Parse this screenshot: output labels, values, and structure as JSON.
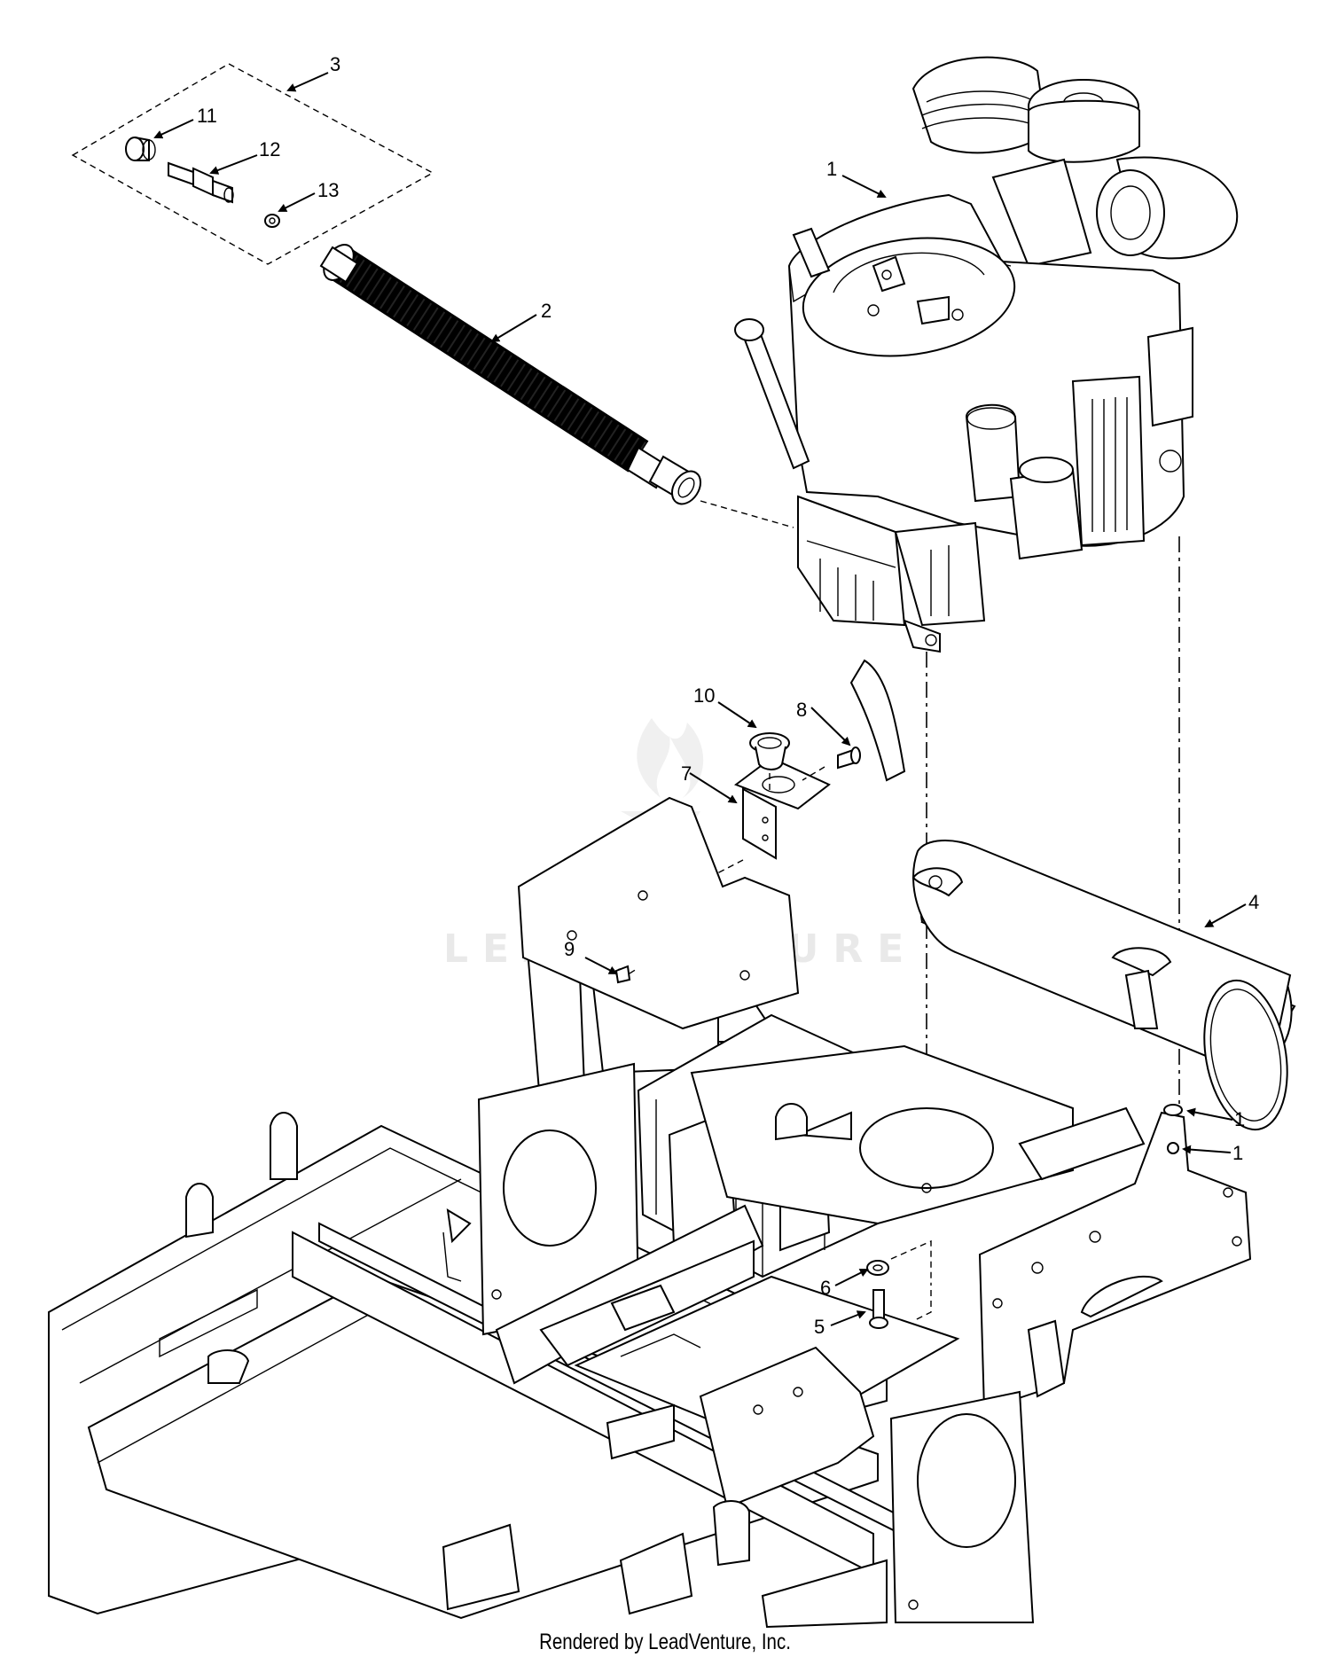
{
  "callouts": [
    {
      "label": "1"
    },
    {
      "label": "2"
    },
    {
      "label": "3"
    },
    {
      "label": "4"
    },
    {
      "label": "5"
    },
    {
      "label": "6"
    },
    {
      "label": "7"
    },
    {
      "label": "8"
    },
    {
      "label": "9"
    },
    {
      "label": "10"
    },
    {
      "label": "11"
    },
    {
      "label": "12"
    },
    {
      "label": "13"
    },
    {
      "label": "1"
    },
    {
      "label": "1"
    }
  ],
  "watermark": "LEADVENTURE",
  "footer": "Rendered by LeadVenture, Inc."
}
